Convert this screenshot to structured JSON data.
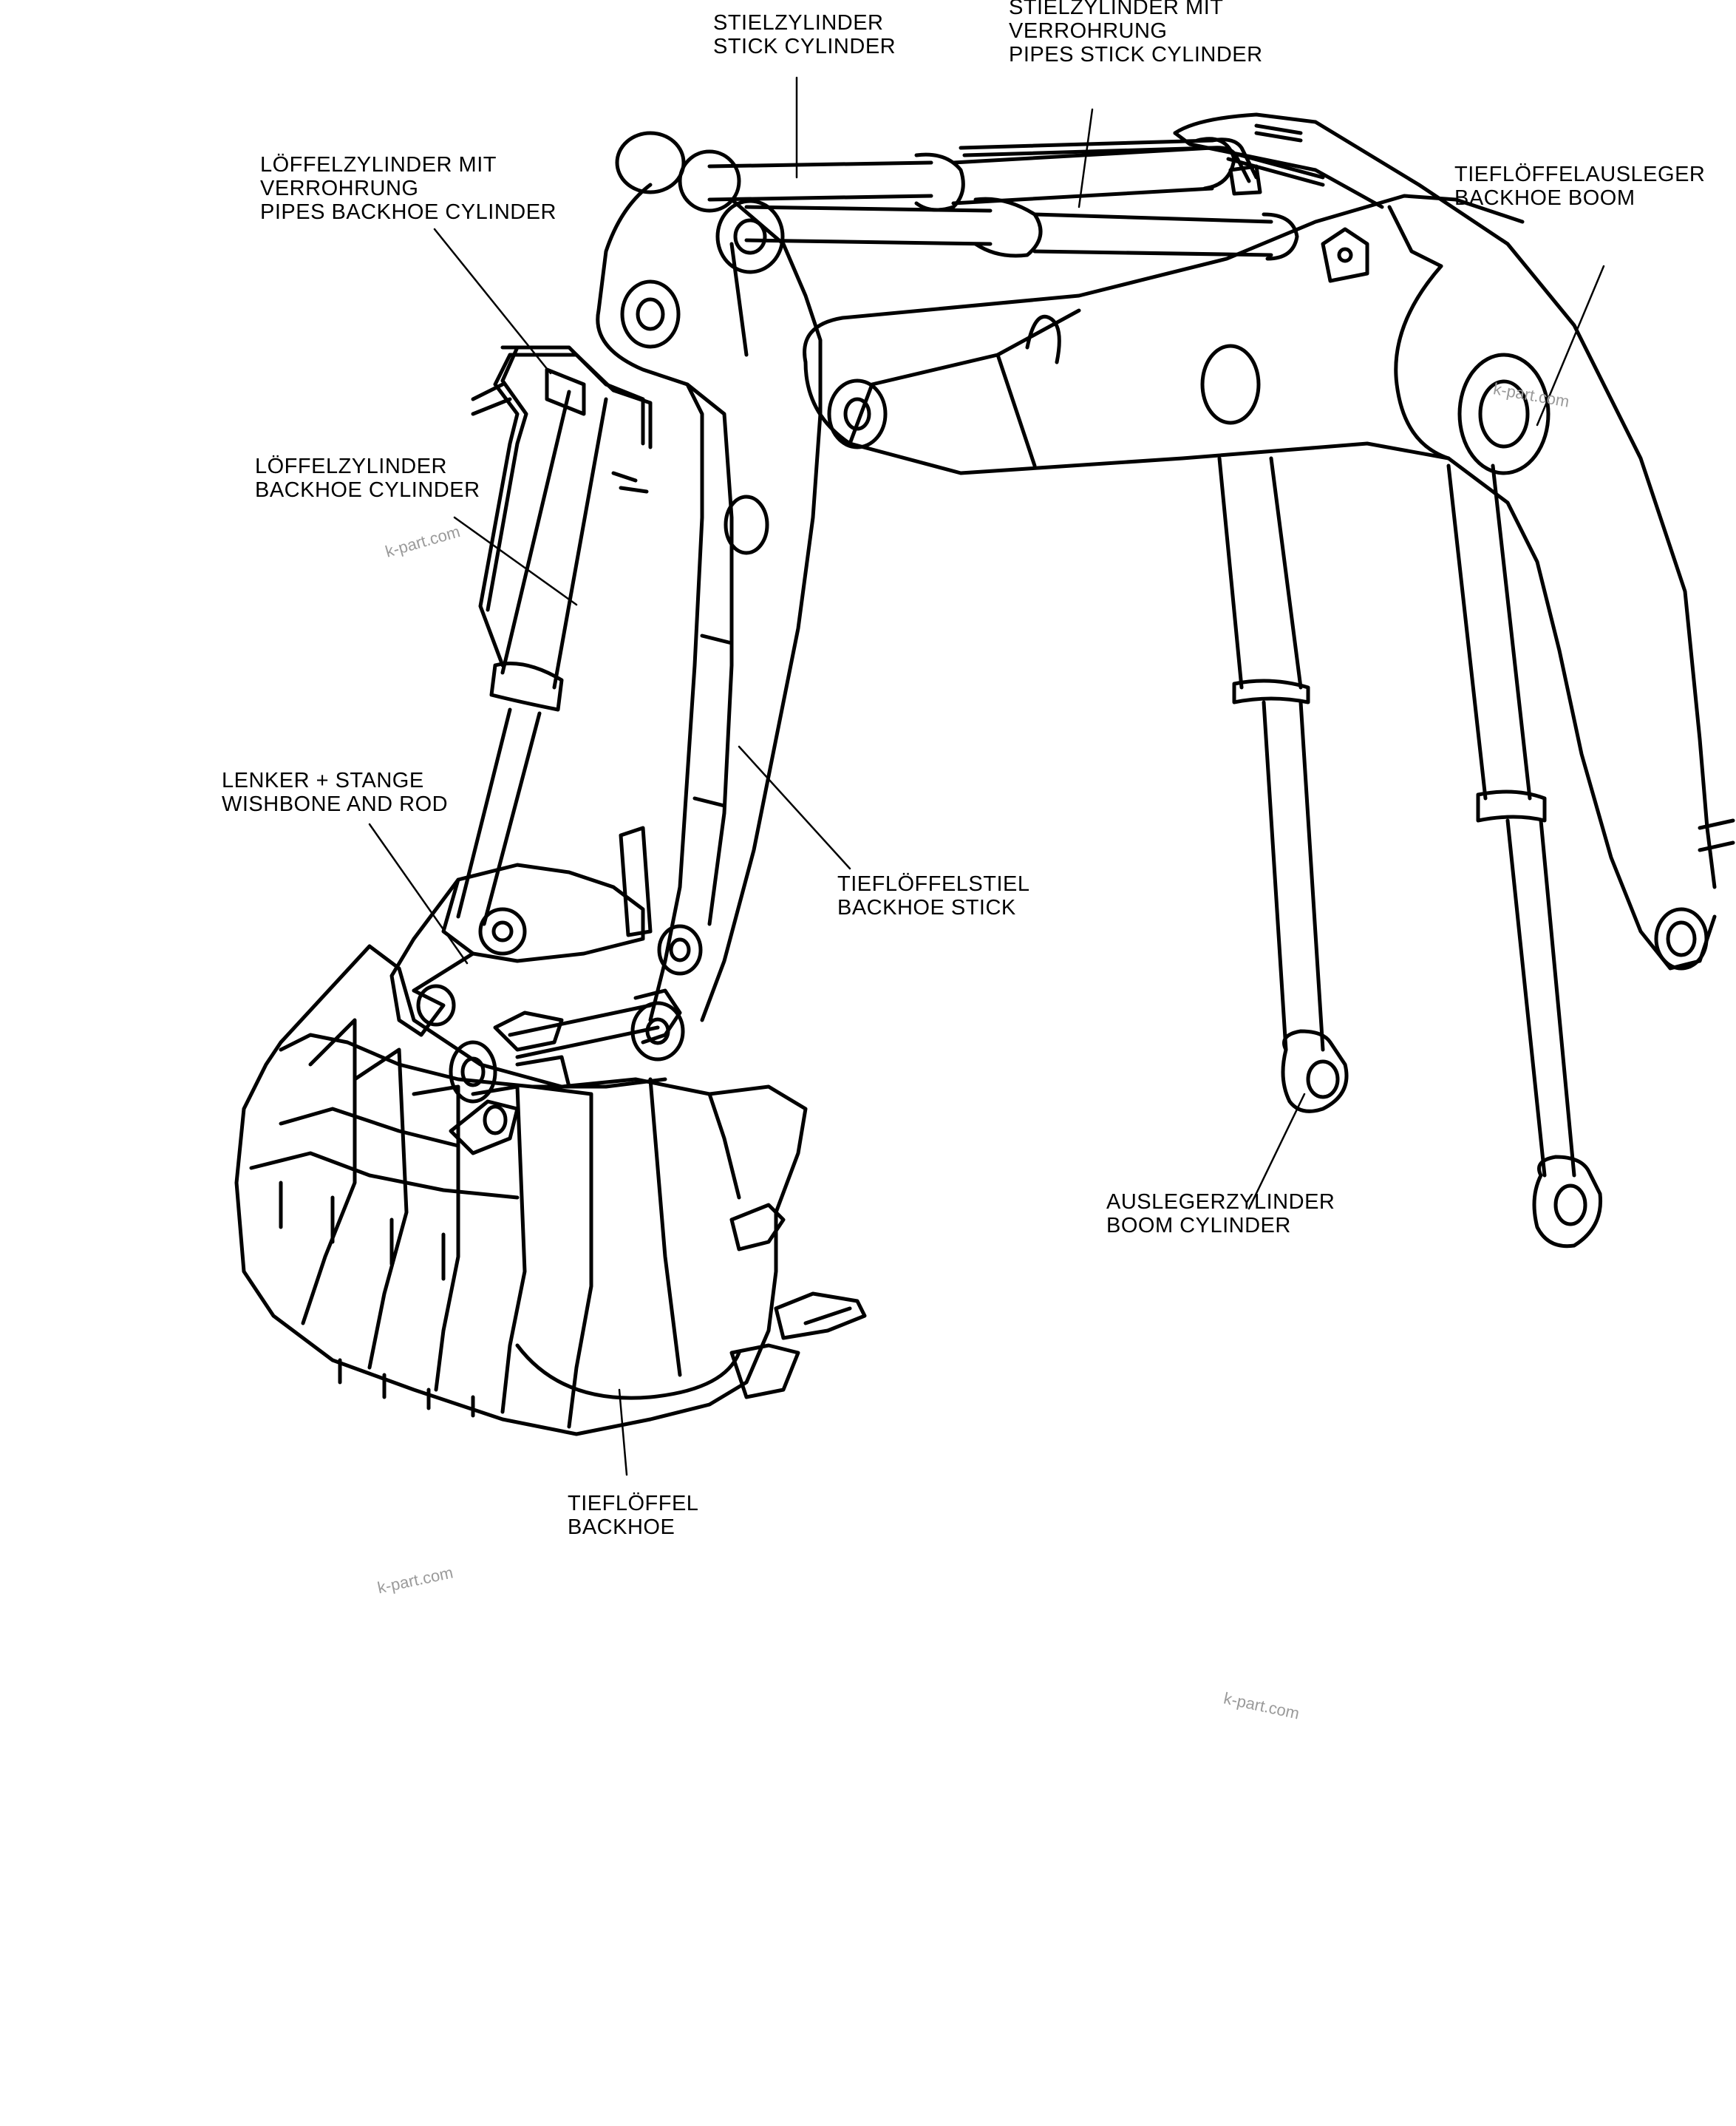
{
  "labels": {
    "stick_cylinder": {
      "de": "STIELZYLINDER",
      "en": "STICK CYLINDER"
    },
    "pipes_stick_cylinder": {
      "de1": "STIELZYLINDER MIT",
      "de2": "VERROHRUNG",
      "en": "PIPES STICK CYLINDER"
    },
    "pipes_backhoe_cylinder": {
      "de1": "LÖFFELZYLINDER MIT",
      "de2": "VERROHRUNG",
      "en": "PIPES BACKHOE CYLINDER"
    },
    "backhoe_boom": {
      "de": "TIEFLÖFFELAUSLEGER",
      "en": "BACKHOE BOOM"
    },
    "backhoe_cylinder": {
      "de": "LÖFFELZYLINDER",
      "en": "BACKHOE CYLINDER"
    },
    "wishbone_rod": {
      "de": "LENKER + STANGE",
      "en": "WISHBONE AND ROD"
    },
    "backhoe_stick": {
      "de": "TIEFLÖFFELSTIEL",
      "en": "BACKHOE STICK"
    },
    "boom_cylinder": {
      "de": "AUSLEGERZYLINDER",
      "en": "BOOM CYLINDER"
    },
    "backhoe": {
      "de": "TIEFLÖFFEL",
      "en": "BACKHOE"
    }
  },
  "watermarks": [
    "k-part.com",
    "k-part.com",
    "k-part.com",
    "k-part.com"
  ],
  "colors": {
    "line": "#000000",
    "background": "#ffffff",
    "watermark": "#9a9a9a"
  }
}
